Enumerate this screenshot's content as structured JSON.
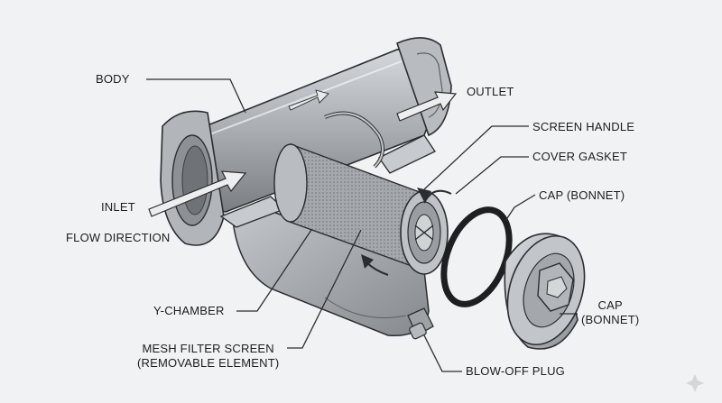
{
  "labels": {
    "body": "BODY",
    "outlet": "OUTLET",
    "screen_handle": "SCREEN HANDLE",
    "cover_gasket": "COVER GASKET",
    "cap_bonnet_top": "CAP (BONNET)",
    "inlet": "INLET",
    "flow_direction": "FLOW DIRECTION",
    "cap_line1": "CAP",
    "cap_line2": "(BONNET)",
    "y_chamber": "Y-CHAMBER",
    "mesh_line1": "MESH FILTER SCREEN",
    "mesh_line2": "(REMOVABLE ELEMENT)",
    "blow_off_plug": "BLOW-OFF PLUG"
  },
  "colors": {
    "background": "#f1f2f3",
    "metal_light": "#c9ccd0",
    "metal_mid": "#9da1a6",
    "metal_dark": "#6e7277",
    "outline": "#2b2d30",
    "label_text": "#1c1d1f"
  },
  "icons": {
    "sparkle": "sparkle-icon"
  }
}
